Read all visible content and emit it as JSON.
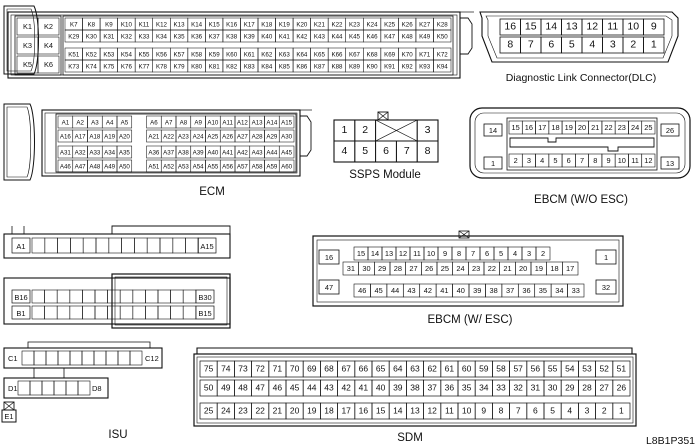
{
  "ecm": {
    "caption": "ECM",
    "k_left": [
      "K1",
      "K2",
      "K3",
      "K4",
      "K5",
      "K6"
    ],
    "k_top": [
      "K7",
      "K8",
      "K9",
      "K10",
      "K11",
      "K12",
      "K13",
      "K14",
      "K15",
      "K16",
      "K17",
      "K18",
      "K19",
      "K20",
      "K21",
      "K22",
      "K23",
      "K24",
      "K25",
      "K26",
      "K27",
      "K28"
    ],
    "k_row2": [
      "K29",
      "K30",
      "K31",
      "K32",
      "K33",
      "K34",
      "K35",
      "K36",
      "K37",
      "K38",
      "K39",
      "K40",
      "K41",
      "K42",
      "K43",
      "K44",
      "K45",
      "K46",
      "K47",
      "K48",
      "K49",
      "K50"
    ],
    "k_row3": [
      "K51",
      "K52",
      "K53",
      "K54",
      "K55",
      "K56",
      "K57",
      "K58",
      "K59",
      "K60",
      "K61",
      "K62",
      "K63",
      "K64",
      "K65",
      "K66",
      "K67",
      "K68",
      "K69",
      "K70",
      "K71",
      "K72"
    ],
    "k_row4": [
      "K73",
      "K74",
      "K75",
      "K76",
      "K77",
      "K78",
      "K79",
      "K80",
      "K81",
      "K82",
      "K83",
      "K84",
      "K85",
      "K86",
      "K87",
      "K88",
      "K89",
      "K90",
      "K91",
      "K92",
      "K93",
      "K94"
    ],
    "a_rows": [
      [
        "A1",
        "A2",
        "A3",
        "A4",
        "A5",
        "",
        "A6",
        "A7",
        "A8",
        "A9",
        "A10",
        "A11",
        "A12",
        "A13",
        "A14",
        "A15"
      ],
      [
        "A16",
        "A17",
        "A18",
        "A19",
        "A20",
        "",
        "A21",
        "A22",
        "A23",
        "A24",
        "A25",
        "A26",
        "A27",
        "A28",
        "A29",
        "A30"
      ],
      [
        "A31",
        "A32",
        "A33",
        "A34",
        "A35",
        "",
        "A36",
        "A37",
        "A38",
        "A39",
        "A40",
        "A41",
        "A42",
        "A43",
        "A44",
        "A45"
      ],
      [
        "A46",
        "A47",
        "A48",
        "A49",
        "A50",
        "",
        "A51",
        "A52",
        "A53",
        "A54",
        "A55",
        "A56",
        "A57",
        "A58",
        "A59",
        "A60"
      ]
    ]
  },
  "dlc": {
    "caption": "Diagnostic Link Connector(DLC)",
    "top": [
      "16",
      "15",
      "14",
      "13",
      "12",
      "11",
      "10",
      "9"
    ],
    "bottom": [
      "8",
      "7",
      "6",
      "5",
      "4",
      "3",
      "2",
      "1"
    ]
  },
  "ssps": {
    "caption": "SSPS Module",
    "top": [
      "1",
      "2",
      "3"
    ],
    "bottom": [
      "4",
      "5",
      "6",
      "7",
      "8"
    ]
  },
  "ebcm_wo": {
    "caption": "EBCM (W/O ESC)",
    "p14": "14",
    "p26": "26",
    "p1": "1",
    "p13": "13",
    "top": [
      "15",
      "16",
      "17",
      "18",
      "19",
      "20",
      "21",
      "22",
      "23",
      "24",
      "25"
    ],
    "bottom": [
      "2",
      "3",
      "4",
      "5",
      "6",
      "7",
      "8",
      "9",
      "10",
      "11",
      "12"
    ]
  },
  "ebcm_w": {
    "caption": "EBCM (W/ ESC)",
    "p16": "16",
    "p1": "1",
    "p47": "47",
    "p32": "32",
    "row1": [
      "15",
      "14",
      "13",
      "12",
      "11",
      "10",
      "9",
      "8",
      "7",
      "6",
      "5",
      "4",
      "3",
      "2"
    ],
    "row2": [
      "31",
      "30",
      "29",
      "28",
      "27",
      "26",
      "25",
      "24",
      "23",
      "22",
      "21",
      "20",
      "19",
      "18",
      "17"
    ],
    "row3": [
      "46",
      "45",
      "44",
      "43",
      "42",
      "41",
      "40",
      "39",
      "38",
      "37",
      "36",
      "35",
      "34",
      "33"
    ]
  },
  "isu": {
    "caption": "ISU",
    "a1": "A1",
    "a15": "A15",
    "b16": "B16",
    "b30": "B30",
    "b1": "B1",
    "b15": "B15",
    "c1": "C1",
    "c12": "C12",
    "d1": "D1",
    "d8": "D8",
    "e1": "E1"
  },
  "sdm": {
    "caption": "SDM",
    "row1": [
      "75",
      "74",
      "73",
      "72",
      "71",
      "70",
      "69",
      "68",
      "67",
      "66",
      "65",
      "64",
      "63",
      "62",
      "61",
      "60",
      "59",
      "58",
      "57",
      "56",
      "55",
      "54",
      "53",
      "52",
      "51"
    ],
    "row2": [
      "50",
      "49",
      "48",
      "47",
      "46",
      "45",
      "44",
      "43",
      "42",
      "41",
      "40",
      "39",
      "38",
      "37",
      "36",
      "35",
      "34",
      "33",
      "32",
      "31",
      "30",
      "29",
      "28",
      "27",
      "26"
    ],
    "row3": [
      "25",
      "24",
      "23",
      "22",
      "21",
      "20",
      "19",
      "18",
      "17",
      "16",
      "15",
      "14",
      "13",
      "12",
      "11",
      "10",
      "9",
      "8",
      "7",
      "6",
      "5",
      "4",
      "3",
      "2",
      "1"
    ]
  },
  "figure_code": "L8B1P351"
}
